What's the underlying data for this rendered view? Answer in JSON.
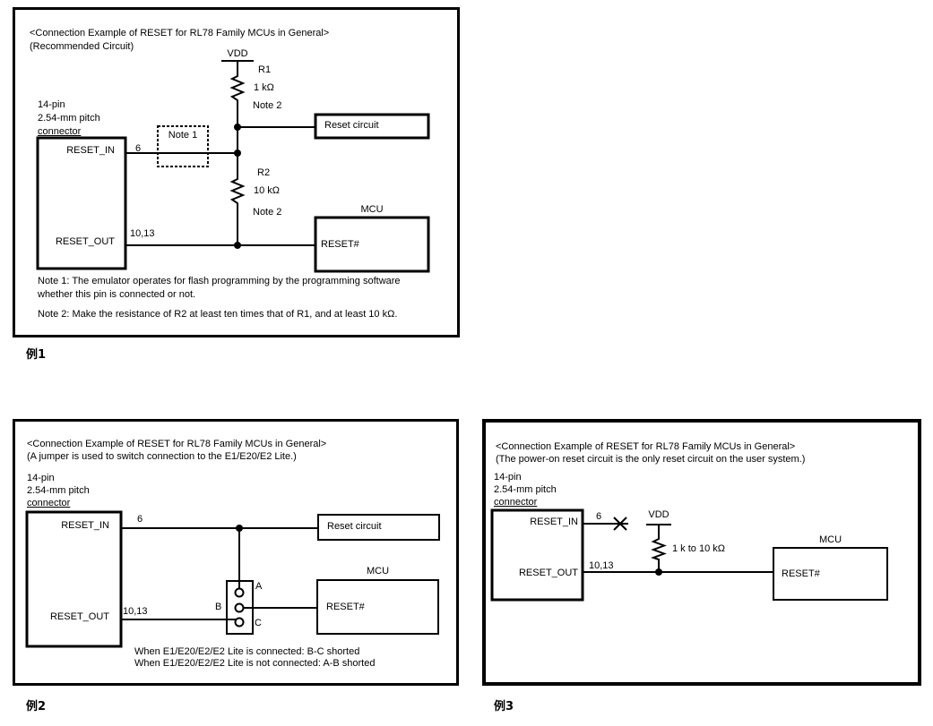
{
  "examples": {
    "ex1": {
      "label": "例1",
      "title": "<Connection Example of RESET for RL78 Family MCUs in General>",
      "subtitle": "(Recommended Circuit)",
      "connector_lines": [
        "14-pin",
        "2.54-mm pitch",
        "connector"
      ],
      "reset_in": "RESET_IN",
      "reset_out": "RESET_OUT",
      "pin_reset_in": "6",
      "pin_reset_out": "10,13",
      "vdd": "VDD",
      "r1_name": "R1",
      "r1_value": "1 kΩ",
      "r1_note": "Note 2",
      "r2_name": "R2",
      "r2_value": "10 kΩ",
      "r2_note": "Note 2",
      "note1_box": "Note 1",
      "reset_circuit": "Reset circuit",
      "mcu": "MCU",
      "mcu_pin": "RESET#",
      "note1_line1": "Note 1: The emulator operates for flash programming by the programming software",
      "note1_line2": "whether this pin is connected or not.",
      "note2": "Note 2: Make the resistance of R2 at least ten times that of R1, and at least 10 kΩ."
    },
    "ex2": {
      "label": "例2",
      "title": "<Connection Example of RESET for RL78 Family MCUs in General>",
      "subtitle": "(A jumper is used to switch connection to the E1/E20/E2 Lite.)",
      "connector_lines": [
        "14-pin",
        "2.54-mm pitch",
        "connector"
      ],
      "reset_in": "RESET_IN",
      "reset_out": "RESET_OUT",
      "pin_reset_in": "6",
      "pin_reset_out": "10,13",
      "jumper_a": "A",
      "jumper_b": "B",
      "jumper_c": "C",
      "reset_circuit": "Reset circuit",
      "mcu": "MCU",
      "mcu_pin": "RESET#",
      "caption_line1": "When E1/E20/E2/E2 Lite is connected: B-C shorted",
      "caption_line2": "When E1/E20/E2/E2 Lite is not connected: A-B shorted"
    },
    "ex3": {
      "label": "例3",
      "title": "<Connection Example of RESET for RL78 Family MCUs in General>",
      "subtitle": "(The power-on reset circuit is the only reset circuit on the user system.)",
      "connector_lines": [
        "14-pin",
        "2.54-mm pitch",
        "connector"
      ],
      "reset_in": "RESET_IN",
      "reset_out": "RESET_OUT",
      "pin_reset_in": "6",
      "pin_reset_out": "10,13",
      "vdd": "VDD",
      "resistor_value": "1 k to 10 kΩ",
      "mcu": "MCU",
      "mcu_pin": "RESET#"
    }
  }
}
